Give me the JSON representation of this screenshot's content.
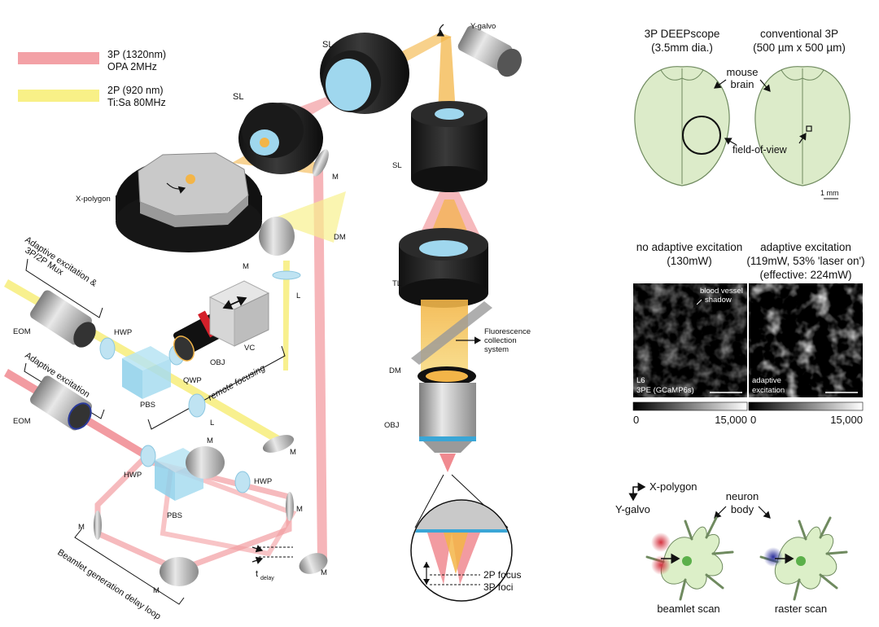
{
  "legend": {
    "three_p": {
      "line1": "3P (1320nm)",
      "line2": "OPA 2MHz",
      "color": "#f08a90"
    },
    "two_p": {
      "line1": "2P (920 nm)",
      "line2": "Ti:Sa 80MHz",
      "color": "#f7ee7a"
    }
  },
  "optics": {
    "y_galvo": "Y-galvo",
    "sl_1": "SL",
    "sl_2": "SL",
    "sl_3": "SL",
    "x_polygon": "X-polygon",
    "m_small": "M",
    "dm_upper": "DM",
    "m_mid": "M",
    "l_mid": "L",
    "tl": "TL",
    "fluor_line1": "Fluorescence",
    "fluor_line2": "collection",
    "fluor_line3": "system",
    "dm_lower": "DM",
    "obj_main": "OBJ",
    "focus_2p": "2P focus",
    "focus_3p": "3P foci"
  },
  "remote": {
    "title_line1": "Adaptive excitation &",
    "title_line2": "3P/2P Mux",
    "eom": "EOM",
    "hwp": "HWP",
    "obj": "OBJ",
    "vc": "VC",
    "qwp": "QWP",
    "pbs": "PBS",
    "remote_focusing": "remote focusing",
    "l": "L"
  },
  "beamlet": {
    "title": "Adaptive excitation",
    "eom": "EOM",
    "hwp_left": "HWP",
    "hwp_right": "HWP",
    "pbs": "PBS",
    "m_top": "M",
    "m_right": "M",
    "m_left": "M",
    "m_bottom": "M",
    "m_corner": "M",
    "m_beam": "M",
    "t_delay": "t",
    "t_delay_sub": "delay",
    "loop_label": "Beamlet generation delay loop"
  },
  "brain_panel": {
    "deep_title_line1": "3P DEEPscope",
    "deep_title_line2": "(3.5mm dia.)",
    "conv_title_line1": "conventional 3P",
    "conv_title_line2": "(500 µm x 500 µm)",
    "mouse_line1": "mouse",
    "mouse_line2": "brain",
    "fov": "field-of-view",
    "scale": "1 mm",
    "brain_fill": "#dcebc9",
    "brain_stroke": "#6f8a5f"
  },
  "image_panel": {
    "left_title_line1": "no adaptive excitation",
    "left_title_line2": "(130mW)",
    "right_title_line1": "adaptive excitation",
    "right_title_line2": "(119mW, 53% 'laser on')",
    "right_title_line3": "(effective: 224mW)",
    "vessel_line1": "blood vessel",
    "vessel_line2": "shadow",
    "layer": "L6",
    "indicator": "3PE (GCaMP6s)",
    "adaptive_line1": "adaptive",
    "adaptive_line2": "excitation",
    "cbar_left_min": "0",
    "cbar_left_max": "15,000",
    "cbar_right_min": "0",
    "cbar_right_max": "15,000"
  },
  "scan_panel": {
    "x_axis": "X-polygon",
    "y_axis": "Y-galvo",
    "neuron_line1": "neuron",
    "neuron_line2": "body",
    "beamlet_scan": "beamlet scan",
    "raster_scan": "raster scan",
    "neuron_fill": "#dcefc8",
    "nucleus": "#5bb04a"
  }
}
